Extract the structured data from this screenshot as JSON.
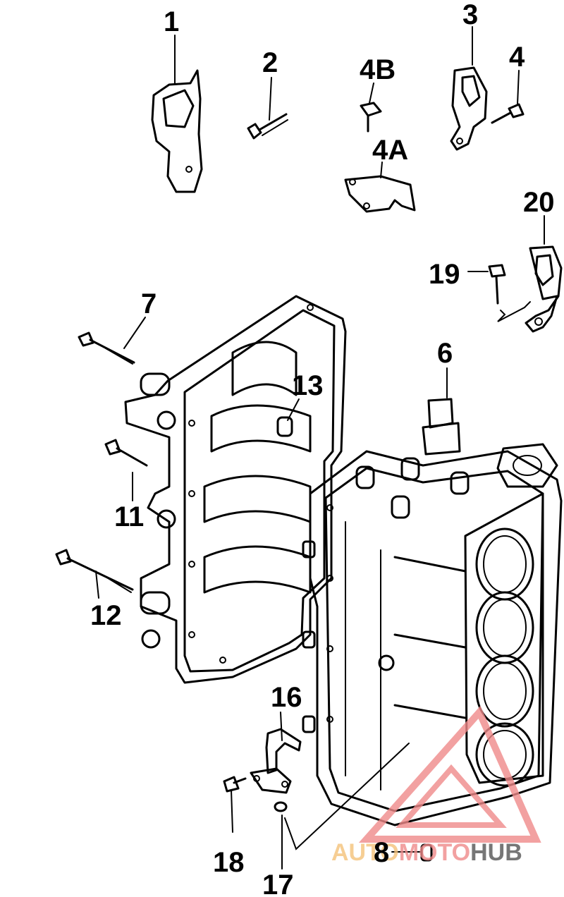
{
  "diagram": {
    "callouts": [
      {
        "id": "1",
        "text": "1"
      },
      {
        "id": "2",
        "text": "2"
      },
      {
        "id": "3",
        "text": "3"
      },
      {
        "id": "4",
        "text": "4"
      },
      {
        "id": "4B",
        "text": "4B"
      },
      {
        "id": "4A",
        "text": "4A"
      },
      {
        "id": "20",
        "text": "20"
      },
      {
        "id": "19",
        "text": "19"
      },
      {
        "id": "7",
        "text": "7"
      },
      {
        "id": "6",
        "text": "6"
      },
      {
        "id": "13",
        "text": "13"
      },
      {
        "id": "11",
        "text": "11"
      },
      {
        "id": "12",
        "text": "12"
      },
      {
        "id": "16",
        "text": "16"
      },
      {
        "id": "18",
        "text": "18"
      },
      {
        "id": "8",
        "text": "8"
      },
      {
        "id": "17",
        "text": "17"
      }
    ]
  },
  "watermark": {
    "part1": "AUTO",
    "part2": "MOTO",
    "part3": "HUB",
    "color_primary": "#f08a8a",
    "color_secondary": "#f5c27a",
    "color_dark": "#555555"
  }
}
